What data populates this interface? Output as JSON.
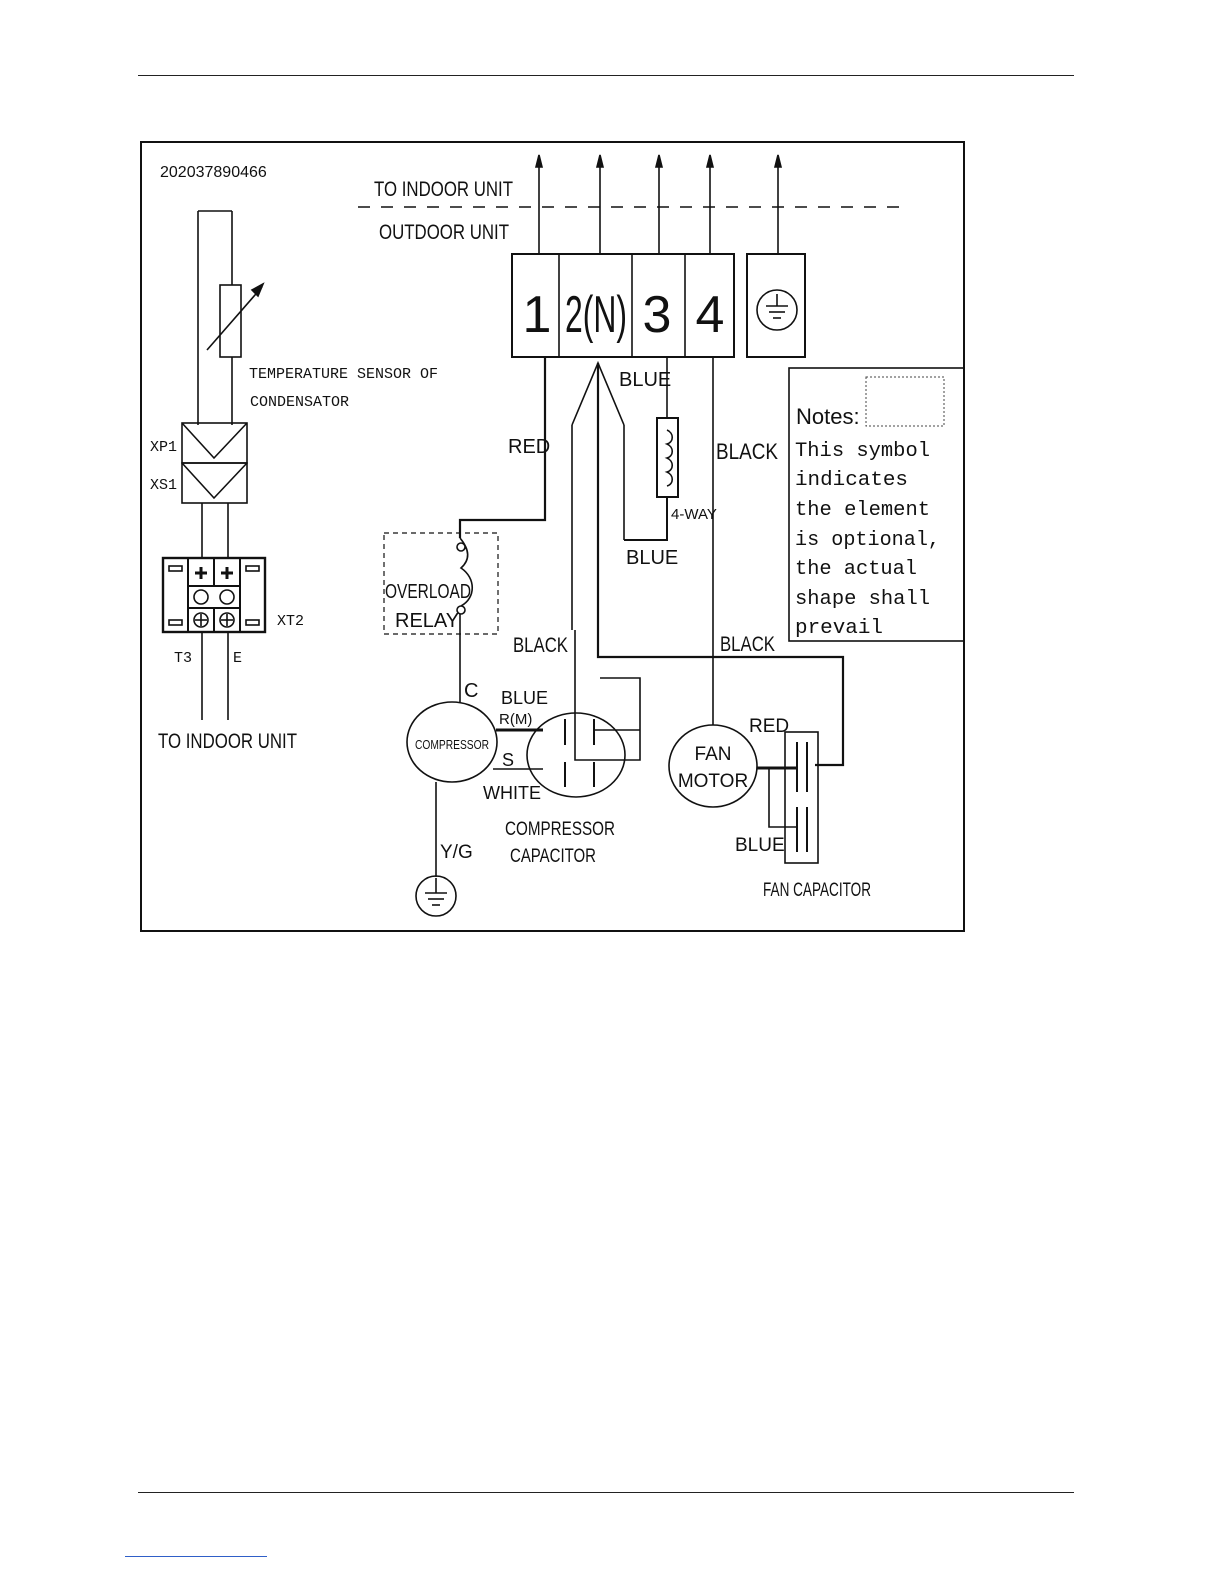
{
  "diagram": {
    "code": "202037890466",
    "to_indoor_unit_top": "TO INDOOR UNIT",
    "outdoor_unit": "OUTDOOR UNIT",
    "terminals": [
      "1",
      "2(N)",
      "3",
      "4"
    ],
    "sensor_label_line1": "TEMPERATURE SENSOR OF",
    "sensor_label_line2": "CONDENSATOR",
    "xp1": "XP1",
    "xs1": "XS1",
    "xt2": "XT2",
    "t3": "T3",
    "e": "E",
    "to_indoor_unit_bottom": "TO INDOOR UNIT",
    "wire_red_1": "RED",
    "wire_blue_3": "BLUE",
    "wire_blue_valve": "BLUE",
    "wire_black_4": "BLACK",
    "four_way": "4-WAY",
    "overload_line1": "OVERLOAD",
    "overload_line2": "RELAY",
    "wire_black_mid": "BLACK",
    "wire_black_right": "BLACK",
    "c": "C",
    "comp_blue": "BLUE",
    "rm": "R(M)",
    "s": "S",
    "white": "WHITE",
    "compressor": "COMPRESSOR",
    "comp_cap_line1": "COMPRESSOR",
    "comp_cap_line2": "CAPACITOR",
    "yg": "Y/G",
    "fan_line1": "FAN",
    "fan_line2": "MOTOR",
    "fan_red": "RED",
    "fan_blue": "BLUE",
    "fan_capacitor": "FAN CAPACITOR",
    "notes_title": "Notes:",
    "notes_lines": [
      "This symbol",
      "indicates",
      "the element",
      "is optional,",
      "the actual",
      "shape shall",
      "prevail"
    ]
  }
}
